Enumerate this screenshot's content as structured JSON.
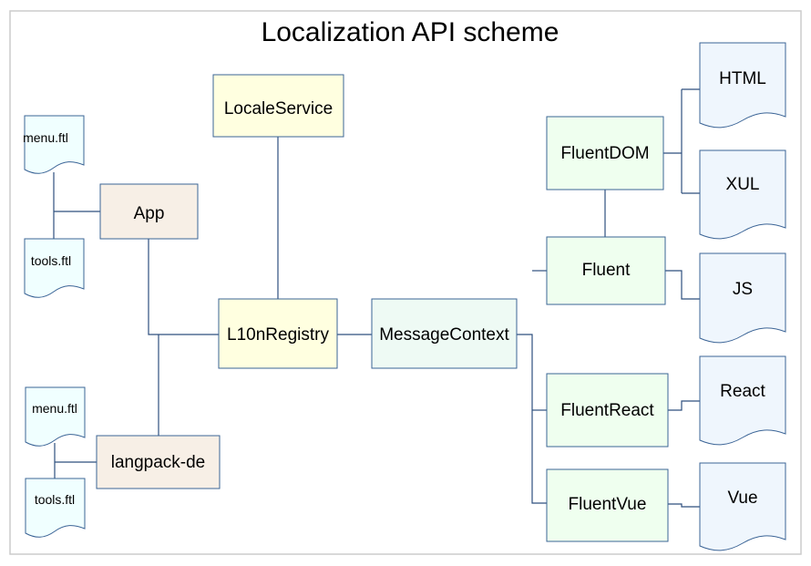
{
  "title": "Localization API scheme",
  "colors": {
    "border": "#cccccc",
    "line": "#2e4f7e",
    "stroke": "#3b6496",
    "locale_service": "#ffffe0",
    "registry": "#ffffe0",
    "app": "#f7efe6",
    "langpack": "#f7efe6",
    "context": "#eefaf4",
    "fluent": "#efffef",
    "file": "#f0ffff",
    "output": "#eff6fd"
  },
  "boxes": {
    "locale_service": "LocaleService",
    "app": "App",
    "l10n_registry": "L10nRegistry",
    "message_context": "MessageContext",
    "langpack_de": "langpack-de",
    "fluent_dom": "FluentDOM",
    "fluent": "Fluent",
    "fluent_react": "FluentReact",
    "fluent_vue": "FluentVue"
  },
  "files": {
    "app_menu": "menu.ftl",
    "app_tools": "tools.ftl",
    "langpack_menu": "menu.ftl",
    "langpack_tools": "tools.ftl"
  },
  "outputs": {
    "html": "HTML",
    "xul": "XUL",
    "js": "JS",
    "react": "React",
    "vue": "Vue"
  }
}
